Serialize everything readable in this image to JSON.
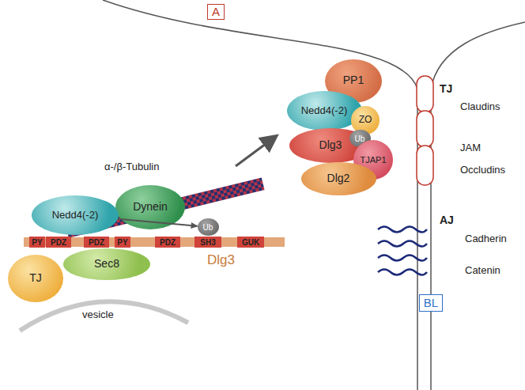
{
  "diagram": {
    "nodes": [
      {
        "text": [
          "A"
        ]
      },
      {
        "text": [
          "PP1"
        ]
      },
      {
        "text": [
          "Nedd4(-2)"
        ]
      },
      {
        "text": [
          "ZO"
        ]
      },
      {
        "text": [
          "Dlg3"
        ]
      },
      {
        "text": [
          "Ub"
        ]
      },
      {
        "text": [
          "TJAP1"
        ]
      },
      {
        "text": [
          "Dlg2"
        ]
      },
      {
        "text": [
          "Dynein"
        ]
      },
      {
        "text": [
          "Nedd4(-2)"
        ]
      },
      {
        "text": [
          "Dlg3"
        ]
      },
      {
        "text": [
          "PY"
        ],
        "in": 10
      },
      {
        "text": [
          "PDZ"
        ],
        "in": 10
      },
      {
        "text": [
          "PDZ"
        ],
        "in": 10
      },
      {
        "text": [
          "PY"
        ],
        "in": 10
      },
      {
        "text": [
          "PDZ"
        ],
        "in": 10
      },
      {
        "text": [
          "SH3"
        ],
        "in": 10
      },
      {
        "text": [
          "GUK"
        ],
        "in": 10
      },
      {
        "text": [
          "Ub"
        ]
      },
      {
        "text": [
          "TJ"
        ]
      },
      {
        "text": [
          "Sec8"
        ]
      },
      {
        "text": [
          "BL"
        ]
      }
    ],
    "edges": [
      {
        "from": 9,
        "to": 18,
        "arrow": "to"
      }
    ],
    "labels": [
      "α-/β-Tubulin",
      "vesicle",
      "TJ",
      "Claudins",
      "JAM",
      "Occludins",
      "AJ",
      "Cadherin",
      "Catenin"
    ]
  }
}
